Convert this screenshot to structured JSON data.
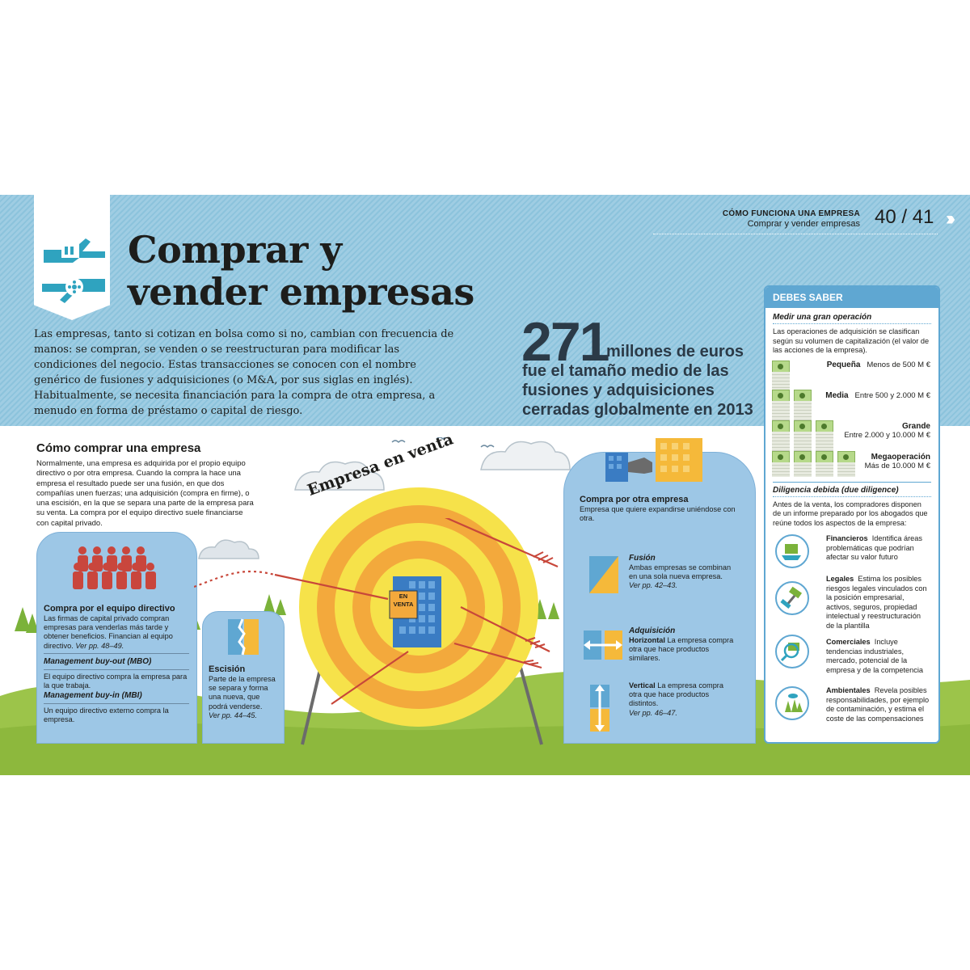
{
  "header": {
    "section": "CÓMO FUNCIONA UNA EMPRESA",
    "subsection": "Comprar y vender empresas",
    "pages": "40 / 41"
  },
  "title": {
    "line1": "Comprar y",
    "line2": "vender empresas"
  },
  "intro": "Las empresas, tanto si cotizan en bolsa como si no, cambian con frecuencia de manos: se compran, se venden o se reestructuran para modificar las condiciones del negocio. Estas transacciones se conocen con el nombre genérico de fusiones y adquisiciones (o M&A, por sus siglas en inglés). Habitualmente, se necesita financiación para la compra de otra empresa, a menudo en forma de préstamo o capital de riesgo.",
  "stat": {
    "number": "271",
    "line1": "millones de euros",
    "line2": "fue el tamaño medio de las",
    "line3": "fusiones y adquisiciones",
    "line4": "cerradas globalmente en 2013"
  },
  "howto": {
    "heading": "Cómo comprar una empresa",
    "text": "Normalmente, una empresa es adquirida por el propio equipo directivo o por otra empresa. Cuando la compra la hace una empresa el resultado puede ser una fusión, en que dos compañías unen fuerzas; una adquisición (compra en firme), o una escisión, en la que se separa una parte de la empresa para su venta. La compra por el equipo directivo suele financiarse con capital privado."
  },
  "management": {
    "heading": "Compra por el equipo directivo",
    "text": "Las firmas de capital privado compran empresas para venderlas más tarde y obtener beneficios. Financian al equipo directivo.",
    "ref": "Ver pp. 48–49.",
    "mbo_title": "Management buy-out (MBO)",
    "mbo_text": "El equipo directivo compra la empresa para la que trabaja.",
    "mbi_title": "Management buy-in (MBI)",
    "mbi_text": "Un equipo directivo externo compra la empresa."
  },
  "escision": {
    "heading": "Escisión",
    "text": "Parte de la empresa se separa y forma una nueva, que podrá venderse.",
    "ref": "Ver pp. 44–45."
  },
  "target": {
    "arc_label": "Empresa en venta",
    "sign_line1": "EN",
    "sign_line2": "VENTA"
  },
  "other_company": {
    "heading": "Compra por otra empresa",
    "text": "Empresa que quiere expandirse uniéndose con otra.",
    "fusion_title": "Fusión",
    "fusion_text": "Ambas empresas se combinan en una sola nueva empresa.",
    "fusion_ref": "Ver pp. 42–43.",
    "adq_title": "Adquisición",
    "horizontal_title": "Horizontal",
    "horizontal_text": "La empresa compra otra que hace productos similares.",
    "vertical_title": "Vertical",
    "vertical_text": "La empresa compra otra que hace productos distintos.",
    "vertical_ref": "Ver pp. 46–47."
  },
  "sidebar": {
    "heading": "DEBES SABER",
    "measure_title": "Medir una gran operación",
    "measure_text": "Las operaciones de adquisición se clasifican según su volumen de capitalización (el valor de las acciones de la empresa).",
    "sizes": [
      {
        "name": "Pequeña",
        "range": "Menos de 500 M €"
      },
      {
        "name": "Media",
        "range": "Entre 500 y 2.000 M €"
      },
      {
        "name": "Grande",
        "range": "Entre 2.000 y 10.000 M €"
      },
      {
        "name": "Megaoperación",
        "range": "Más de 10.000 M €"
      }
    ],
    "dd_title": "Diligencia debida (due diligence)",
    "dd_text": "Antes de la venta, los compradores disponen de un informe preparado por los abogados que reúne todos los aspectos de la empresa:",
    "dd_items": [
      {
        "name": "Financieros",
        "text": "Identifica áreas problemáticas que podrían afectar su valor futuro"
      },
      {
        "name": "Legales",
        "text": "Estima los posibles riesgos legales vinculados con la posición empresarial, activos, seguros, propiedad intelectual y reestructuración de la plantilla"
      },
      {
        "name": "Comerciales",
        "text": "Incluye tendencias industriales, mercado, potencial de la empresa y de la competencia"
      },
      {
        "name": "Ambientales",
        "text": "Revela posibles responsabilidades, por ejemplo de contaminación, y estima el coste de las compensaciones"
      }
    ]
  },
  "colors": {
    "band": "#9fcde3",
    "building": "#9dc7e6",
    "grass": "#9cc44a",
    "target_yellow": "#f6e24a",
    "target_orange": "#f3a93c",
    "accent_blue": "#5fa7d2",
    "arrow_red": "#c8473a"
  }
}
